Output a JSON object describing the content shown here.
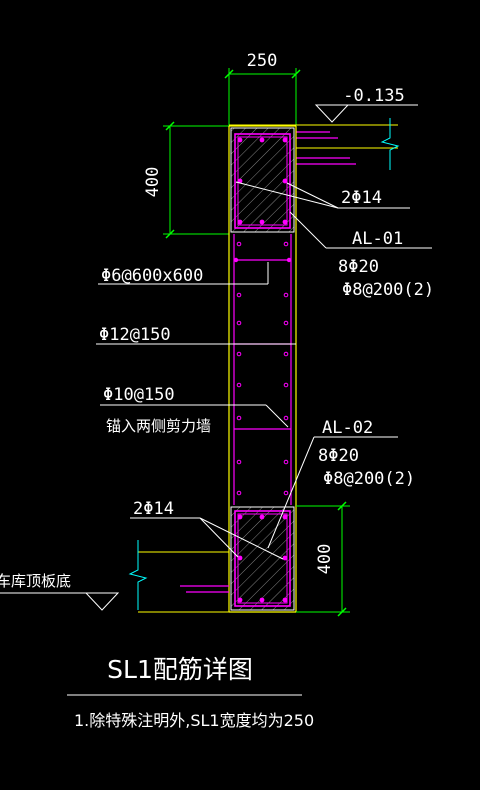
{
  "dimensions": {
    "width_250": "250",
    "height_top_400": "400",
    "height_bottom_400": "400"
  },
  "elevation": {
    "top_level": "-0.135"
  },
  "labels": {
    "rebar_2phi14_top": "2Φ14",
    "beam_al01": "AL-01",
    "al01_main_bars": "8Φ20",
    "al01_stirrups": "Φ8@200(2)",
    "tie_phi6": "Φ6@600x600",
    "rebar_phi12": "Φ12@150",
    "rebar_phi10": "Φ10@150",
    "anchor_note": "锚入两侧剪力墙",
    "beam_al02": "AL-02",
    "al02_main_bars": "8Φ20",
    "al02_stirrups": "Φ8@200(2)",
    "rebar_2phi14_bottom": "2Φ14",
    "garage_roof_bottom": "车库顶板底"
  },
  "title": {
    "main": "SL1配筋详图",
    "note": "1.除特殊注明外,SL1宽度均为250"
  },
  "colors": {
    "background": "#000000",
    "wall_outline": "#ffff00",
    "rebar": "#ff00ff",
    "dimension": "#00ff00",
    "text": "#ffffff",
    "hatch": "#ffffff"
  }
}
